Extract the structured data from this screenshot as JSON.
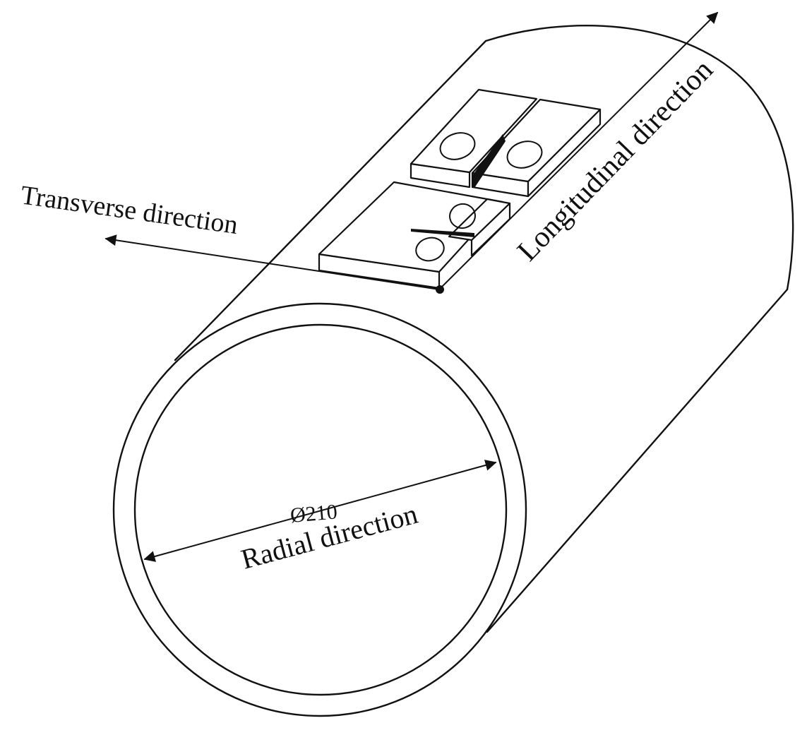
{
  "labels": {
    "longitudinal": "Longitudinal direction",
    "transverse": "Transverse direction",
    "radial": "Radial direction",
    "diameter": "Ø210"
  },
  "colors": {
    "line": "#111111",
    "background": "#ffffff"
  }
}
